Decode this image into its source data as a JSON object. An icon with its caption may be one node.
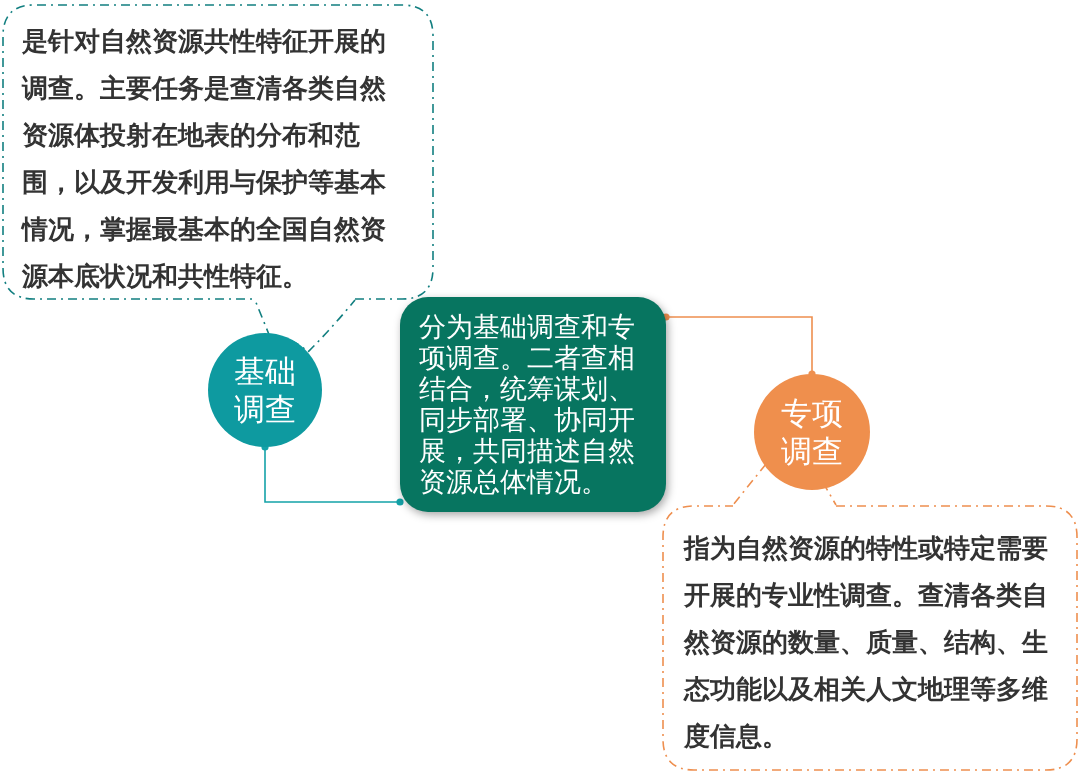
{
  "diagram": {
    "nodes": [
      {
        "text": [
          "是针对**自然资源共性特征**开展的调查。主要任务是查清各类自然资源体投射在地表的分布和范围，以及开发利用与保护等基本情况，掌握最基本的全国自然资源本底状况和共性特征。"
        ]
      },
      {
        "text": [
          "基础调查"
        ]
      },
      {
        "text": [
          "分为基础调查和专项调查。二者查相结合，统筹谋划、同步部署、协同开展，共同描述自然资源总体情况。"
        ]
      },
      {
        "text": [
          "专项调查"
        ]
      },
      {
        "text": [
          "指为自然资源的特性或**特定需要**开展的**专业性调查**。查清各类自然资源的数量、质量、结构、生态功能以及相关人文地理等多维度信息。"
        ]
      }
    ],
    "edges": [
      {
        "from": 1,
        "to": 0,
        "arrow": "none",
        "style": "dashed",
        "color": "#127f80"
      },
      {
        "from": 1,
        "to": 2,
        "arrow": "other",
        "color": "#14a2a8"
      },
      {
        "from": 2,
        "to": 3,
        "arrow": "other",
        "color": "#ee8f4f"
      },
      {
        "from": 3,
        "to": 4,
        "arrow": "none",
        "style": "dashed",
        "color": "#ee8f4f"
      }
    ]
  }
}
